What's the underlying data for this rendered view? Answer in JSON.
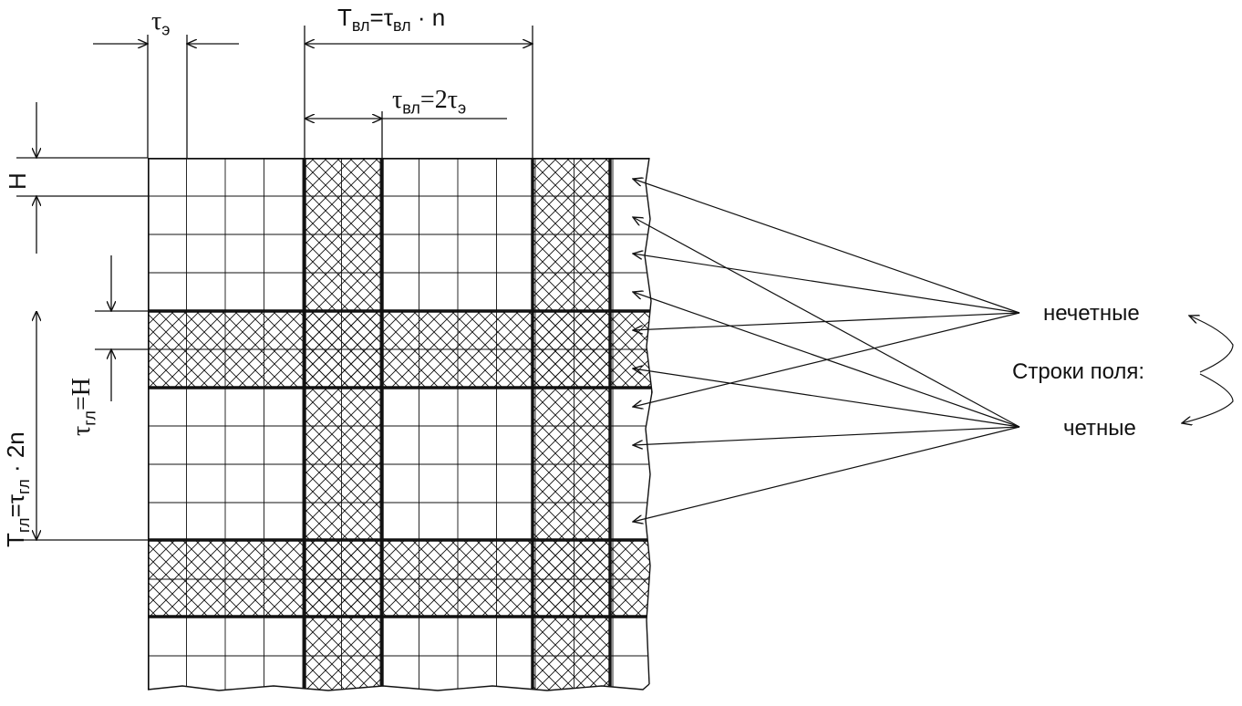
{
  "labels": {
    "tau_e": {
      "main": "τ",
      "sub": "э"
    },
    "T_vl": {
      "main": "T",
      "sub": "вл",
      "eq": "=τ",
      "sub2": "вл",
      "tail": " · n"
    },
    "tau_vl": {
      "main": "τ",
      "sub": "вл",
      "tail": "=2τ",
      "sub2": "э"
    },
    "H": "H",
    "tau_gl": {
      "main": "τ",
      "sub": "гл",
      "tail": "=H"
    },
    "T_gl": {
      "main": "T",
      "sub": "гл",
      "eq": "=τ",
      "sub2": "гл",
      "tail": " · 2n"
    },
    "odd": "нечетные",
    "field_rows": "Строки поля:",
    "even": "четные"
  },
  "colors": {
    "ink": "#111111",
    "background": "#ffffff"
  }
}
